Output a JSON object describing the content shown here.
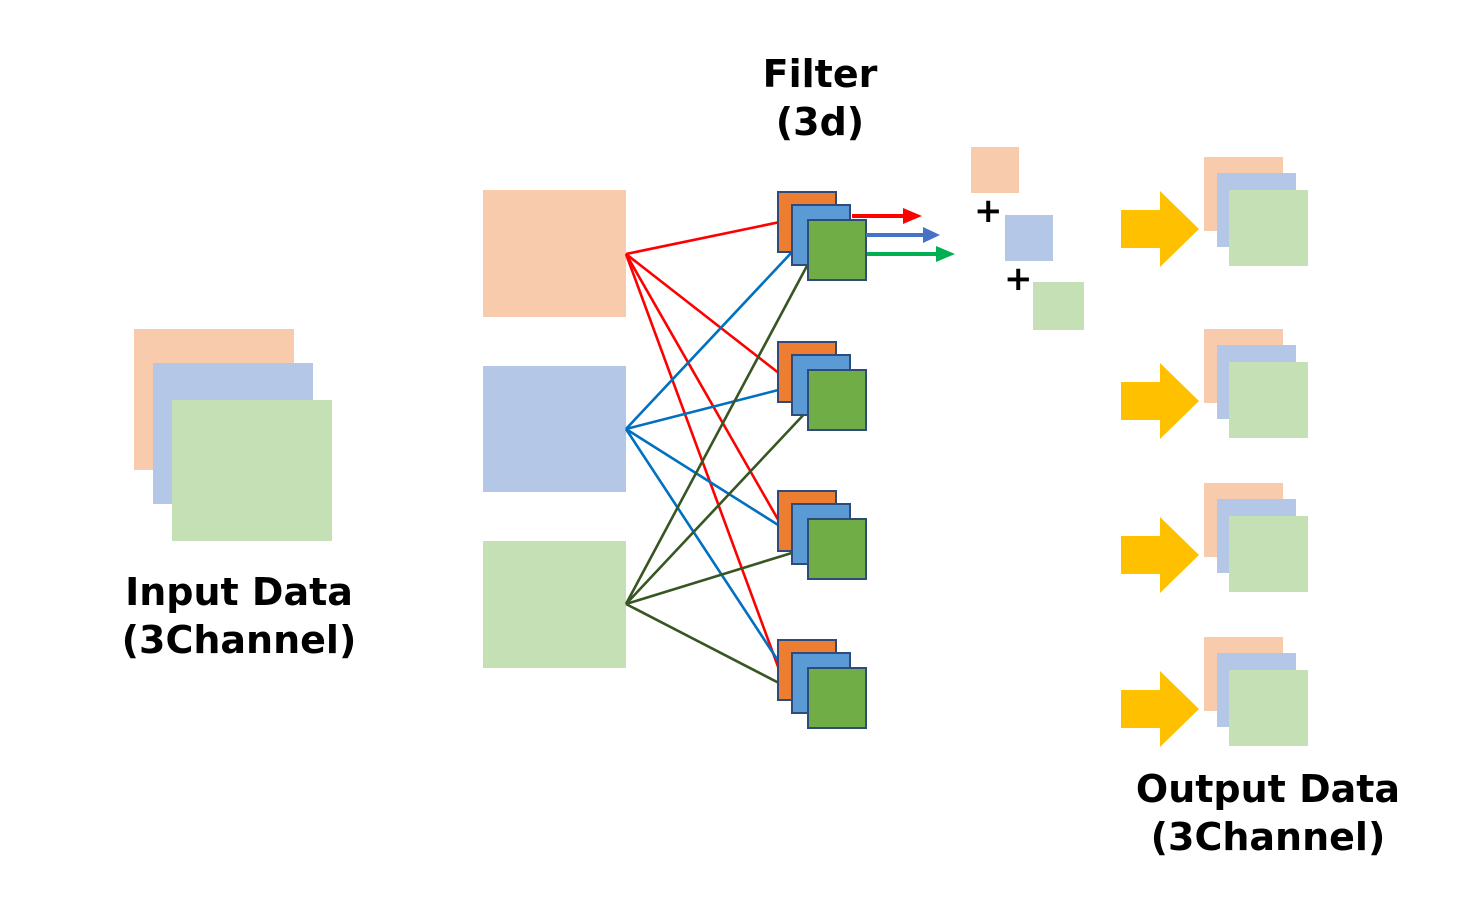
{
  "labels": {
    "input_title": "Input Data",
    "input_sub": "(3Channel)",
    "filter_title": "Filter",
    "filter_sub": "(3d)",
    "output_title": "Output Data",
    "output_sub": "(3Channel)",
    "plus": "+"
  },
  "colors": {
    "channel_1_light": "#F8CBAD",
    "channel_2_light": "#B4C7E7",
    "channel_3_light": "#C5E0B4",
    "filter_1": "#ED7D31",
    "filter_2": "#5B9BD5",
    "filter_3": "#70AD47",
    "filter_border": "#2F4B7C",
    "line_channel_1": "#FF0000",
    "line_channel_2": "#0070C0",
    "line_channel_3": "#375623",
    "arrow_1": "#FF0000",
    "arrow_2": "#4472C4",
    "arrow_3": "#00B050",
    "block_arrow": "#FFC000"
  },
  "diagram": {
    "input_channels": 3,
    "filters": 4,
    "filter_depth": 3,
    "output_maps": 4
  }
}
